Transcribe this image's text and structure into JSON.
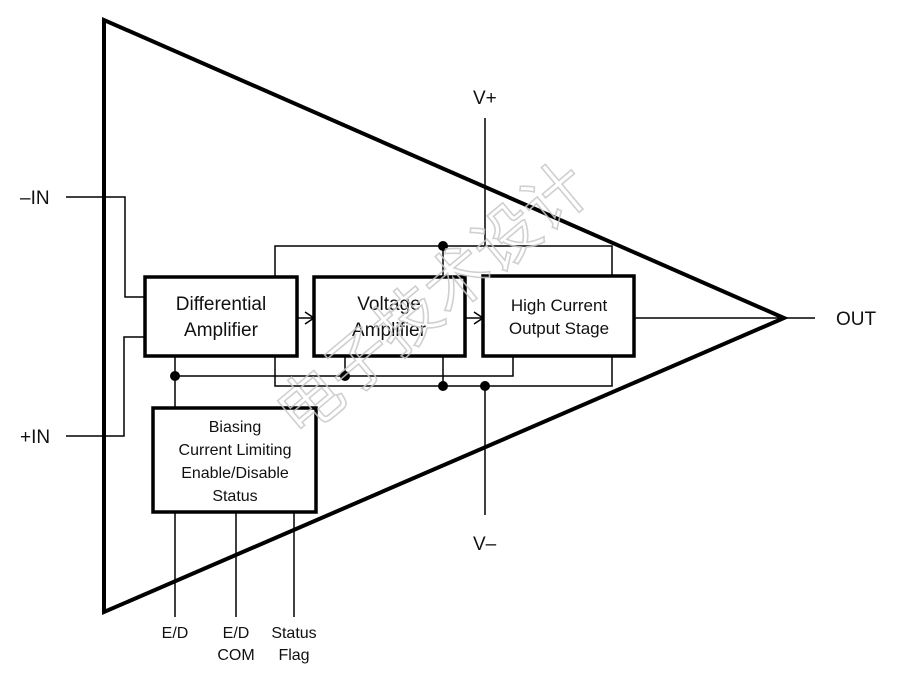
{
  "diagram": {
    "title": "Op-amp internal block diagram",
    "colors": {
      "line": "#000000",
      "text": "#111111",
      "background": "#ffffff",
      "watermark": "#c8c8c8"
    },
    "pins": {
      "neg_in": "–IN",
      "pos_in": "+IN",
      "vplus": "V+",
      "vminus": "V–",
      "out": "OUT",
      "ed": "E/D",
      "ed_com_line1": "E/D",
      "ed_com_line2": "COM",
      "status_line1": "Status",
      "status_line2": "Flag"
    },
    "blocks": {
      "diff_amp": {
        "line1": "Differential",
        "line2": "Amplifier"
      },
      "volt_amp": {
        "line1": "Voltage",
        "line2": "Amplifier"
      },
      "hco": {
        "line1": "High Current",
        "line2": "Output Stage"
      },
      "bias": {
        "line1": "Biasing",
        "line2": "Current Limiting",
        "line3": "Enable/Disable",
        "line4": "Status"
      }
    },
    "watermark": "电子技术设计"
  }
}
